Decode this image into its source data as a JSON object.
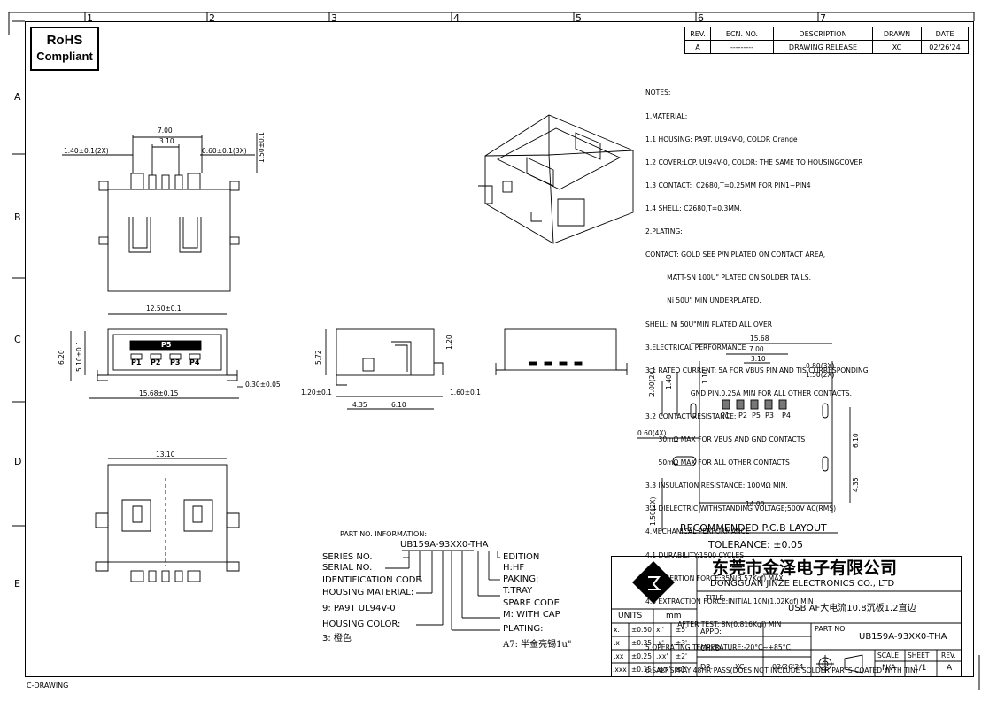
{
  "border": {
    "columns": [
      "1",
      "2",
      "3",
      "4",
      "5",
      "6",
      "7"
    ],
    "rows": [
      "A",
      "B",
      "C",
      "D",
      "E"
    ],
    "footer": "C-DRAWING"
  },
  "rohs": {
    "line1": "RoHS",
    "line2": "Compliant"
  },
  "revision": {
    "headers": [
      "REV.",
      "ECN. NO.",
      "DESCRIPTION",
      "DRAWN",
      "DATE"
    ],
    "row": [
      "A",
      "---------",
      "DRAWING RELEASE",
      "XC",
      "02/26'24"
    ]
  },
  "notes": [
    "NOTES:",
    "1.MATERIAL:",
    "1.1 HOUSING: PA9T. UL94V-0, COLOR Orange",
    "1.2 COVER:LCP. UL94V-0, COLOR: THE SAME TO HOUSINGCOVER",
    "1.3 CONTACT:  C2680,T=0.25MM FOR PIN1~PIN4",
    "1.4 SHELL: C2680,T=0.3MM.",
    "2.PLATING:",
    "CONTACT: GOLD SEE P/N PLATED ON CONTACT AREA,",
    "          MATT-SN 100U\" PLATED ON SOLDER TAILS.",
    "          Ni 50U\" MIN UNDERPLATED.",
    "SHELL: Ni 50U\"MIN PLATED ALL OVER",
    "3.ELECTRICAL PERFORMANCE",
    "3.1 RATED CURRENT: 5A FOR VBUS PIN AND TIS CORRESPONDING",
    "                     GND PIN.0.25A MIN FOR ALL OTHER CONTACTS.",
    "3.2 CONTACT RESISTANCE:",
    "      30mΩ MAX FOR VBUS AND GND CONTACTS",
    "      50mΩ MAX FOR ALL OTHER CONTACTS",
    "3.3 INSULATION RESISTANCE: 100MΩ MIN.",
    "3.4 DIELECTRIC WITHSTANDING VOLTAGE;500V AC(RMS)",
    "4.MECHANICAL PERFORMANCE",
    "4.1 DURABILITY:1500 CYCLES",
    "4.2 INSERTION FORCE:35N(3.57Kgf) MAX.",
    "4.3 EXTRACTION FORCE:INITIAL 10N(1.02Kgf) MIN",
    "               AFTER TEST: 8N(0.816Kgf) MIN",
    "5.OPERATING TEMPERATURE:-20°C~+85°C",
    "6.SALT SPRAY 48HR PASS(DOES NOT INCLUDE SOLDER PARTS COATED WITH TIN)"
  ],
  "top_view_dims": {
    "d1": "7.00",
    "d2": "3.10",
    "d3": "1.40±0.1(2X)",
    "d4": "0.60±0.1(3X)",
    "d5": "1.50±0.1"
  },
  "front_view": {
    "width": "12.50±0.1",
    "height1": "6.20",
    "height2": "5.10±0.1",
    "pins": [
      "P5",
      "P1",
      "P2",
      "P3",
      "P4"
    ],
    "base": "15.68±0.15",
    "thick": "0.30±0.05"
  },
  "side_view": {
    "h": "5.72",
    "h2": "1.20",
    "d1": "1.20±0.1",
    "d2": "4.35",
    "d3": "6.10",
    "d4": "1.60±0.1"
  },
  "bottom_view": {
    "w": "13.10"
  },
  "pcb": {
    "w": "15.68",
    "p7": "7.00",
    "p3": "3.10",
    "p08": "0.80(3X)",
    "p15": "1.50(2X)",
    "h2": "2.00(2X)",
    "h14": "1.40",
    "h11": "1.10",
    "pins": [
      "P1",
      "P2",
      "P5",
      "P3",
      "P4"
    ],
    "hole": "0.60(4X)",
    "v610": "6.10",
    "v435": "4.35",
    "w14": "14.00",
    "side15": "1.50(2X)",
    "title": "RECOMMENDED P.C.B LAYOUT",
    "tol": "TOLERANCE: ±0.05"
  },
  "partno": {
    "heading": "PART NO. INFORMATION:",
    "code": "UB159A-93XX0-THA",
    "left": [
      "SERIES NO.",
      "SERIAL NO.",
      "IDENTIFICATION CODE",
      "HOUSING MATERIAL:",
      "9: PA9T   UL94V-0",
      "HOUSING COLOR:",
      "3: 橙色"
    ],
    "right": [
      "EDITION",
      "H:HF",
      "PAKING:",
      "T:TRAY",
      "SPARE CODE",
      "M: WITH CAP",
      "PLATING:",
      "A7: 半金亮锡1u\""
    ]
  },
  "title_block": {
    "company_cn": "东莞市金泽电子有限公司",
    "company_en": "DONGGUAN  JINZE  ELECTRONICS  CO.,  LTD",
    "title_label": "TITLE:",
    "title": "USB  AF大电流10.8沉板1.2直边",
    "units_label": "UNITS",
    "units": "mm",
    "tol_rows": [
      [
        "x.",
        "±0.50",
        "x.'",
        "±5'"
      ],
      [
        ".x",
        "±0.35",
        ".x'",
        "±3'"
      ],
      [
        ".xx",
        "±0.25",
        ".xx'",
        "±2'"
      ],
      [
        ".xxx",
        "±0.15",
        ".xxx'",
        "±1'"
      ]
    ],
    "appd": "APPD:",
    "chkd": "CHKD:",
    "dr": "DR:",
    "dr_name": "XC",
    "dr_date": "02/26'24",
    "partno_label": "PART NO.",
    "partno": "UB159A-93XX0-THA",
    "scale_label": "SCALE",
    "scale": "N/A",
    "sheet_label": "SHEET",
    "sheet": "1/1",
    "rev_label": "REV.",
    "rev": "A"
  }
}
